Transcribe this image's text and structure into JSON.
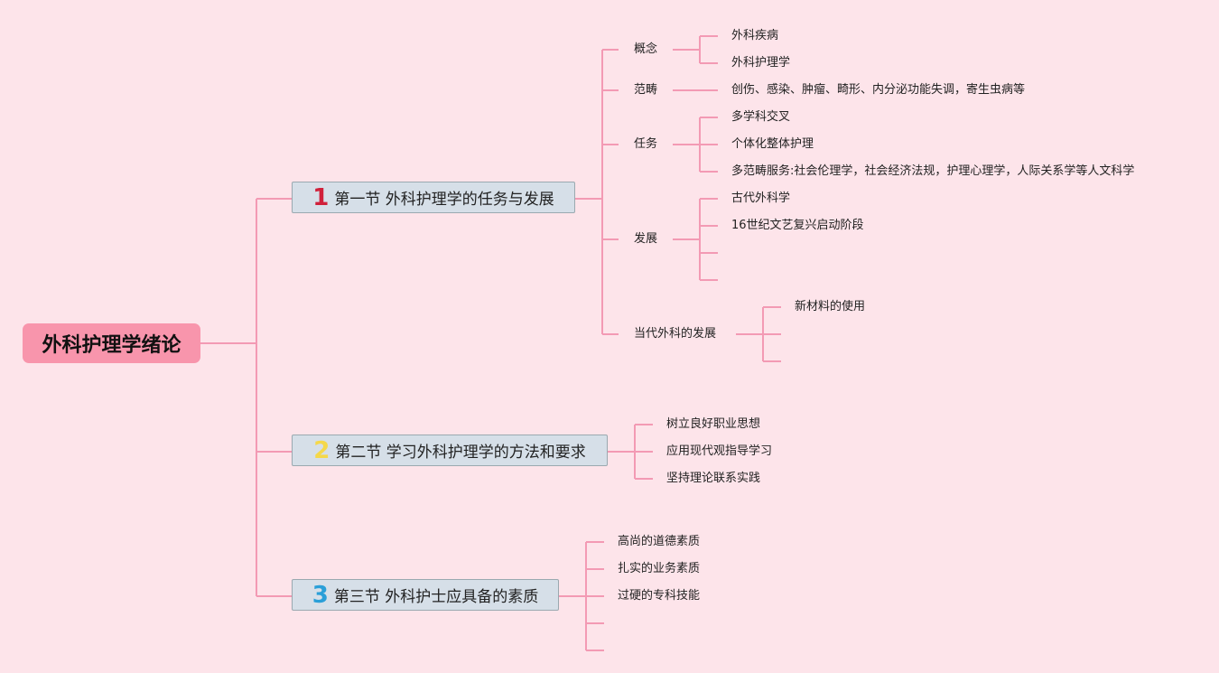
{
  "colors": {
    "background": "#fde4ea",
    "line": "#f39ab4",
    "root": "#f895ac",
    "section_box": "#d6dfe8"
  },
  "root": {
    "title": "外科护理学绪论"
  },
  "sections": [
    {
      "number": "1",
      "number_color": "#d0203a",
      "title": "第一节 外科护理学的任务与发展",
      "children": [
        {
          "label": "概念",
          "items": [
            "外科疾病",
            "外科护理学"
          ]
        },
        {
          "label": "范畴",
          "items": [
            "创伤、感染、肿瘤、畸形、内分泌功能失调，寄生虫病等"
          ]
        },
        {
          "label": "任务",
          "items": [
            "多学科交叉",
            "个体化整体护理",
            "多范畴服务:社会伦理学，社会经济法规，护理心理学，人际关系学等人文科学"
          ]
        },
        {
          "label": "发展",
          "items": [
            "古代外科学",
            "16世纪文艺复兴启动阶段",
            "",
            ""
          ]
        },
        {
          "label": "当代外科的发展",
          "items": [
            "新材料的使用",
            "",
            ""
          ]
        }
      ]
    },
    {
      "number": "2",
      "number_color": "#f5d84a",
      "title": "第二节 学习外科护理学的方法和要求",
      "items": [
        "树立良好职业思想",
        "应用现代观指导学习",
        "坚持理论联系实践"
      ]
    },
    {
      "number": "3",
      "number_color": "#2a9fd8",
      "title": "第三节 外科护士应具备的素质",
      "items": [
        "高尚的道德素质",
        "扎实的业务素质",
        "过硬的专科技能",
        "",
        ""
      ]
    }
  ]
}
